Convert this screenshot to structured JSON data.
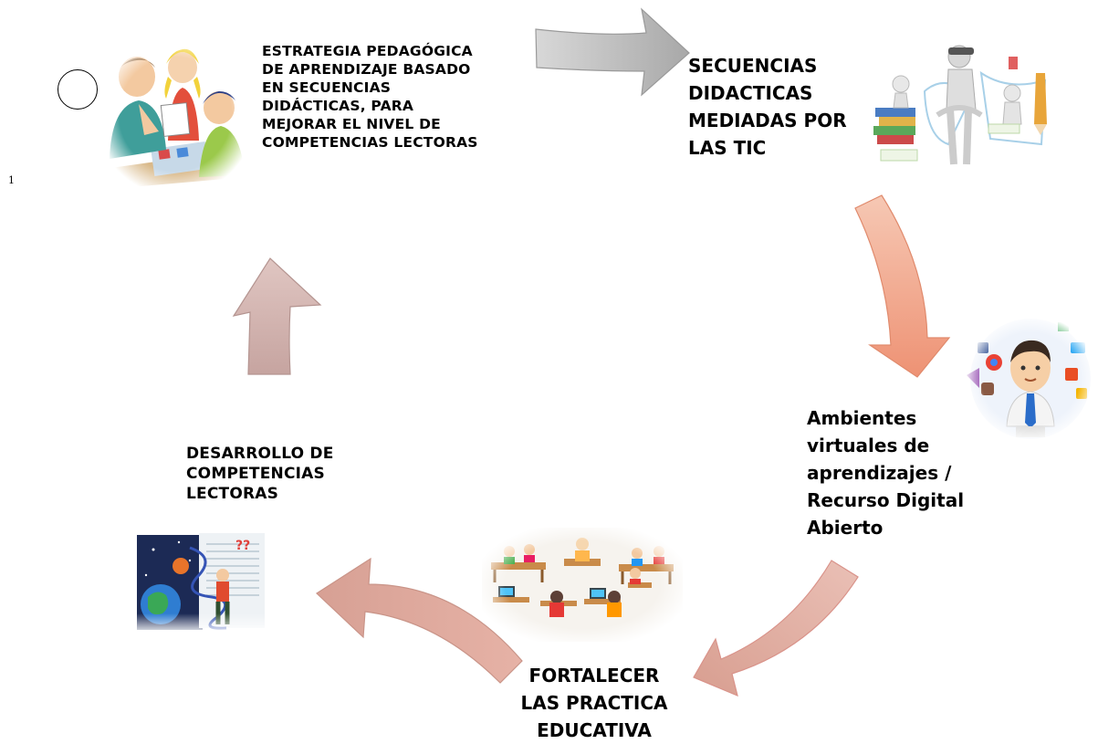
{
  "footnote": "1",
  "nodes": {
    "strategy": {
      "lines": [
        "ESTRATEGIA PEDAGÓGICA",
        "DE APRENDIZAJE BASADO",
        "EN SECUENCIAS",
        "DIDÁCTICAS, PARA",
        "MEJORAR EL NIVEL DE",
        "COMPETENCIAS LECTORAS"
      ],
      "icon": "children-reading-icon"
    },
    "sequences": {
      "lines": [
        "SECUENCIAS",
        "DIDACTICAS",
        "MEDIADAS POR",
        "LAS TIC"
      ],
      "icon": "stick-figures-books-icon"
    },
    "environments": {
      "lines": [
        "Ambientes",
        "virtuales de",
        "aprendizajes /",
        "Recurso Digital",
        "Abierto"
      ],
      "icon": "businessman-apps-icon"
    },
    "practice": {
      "lines": [
        "FORTALECER",
        "LAS PRACTICA",
        "EDUCATIVA"
      ],
      "icon": "classroom-icon"
    },
    "development": {
      "lines": [
        "DESARROLLO DE",
        "COMPETENCIAS",
        "LECTORAS"
      ],
      "icon": "reader-book-world-icon"
    }
  },
  "colors": {
    "arrow_gray": "#b8b8b8",
    "arrow_salmon": "#f0a487",
    "arrow_rose": "#d9aaa2",
    "arrow_mauve": "#c9a9a6"
  }
}
